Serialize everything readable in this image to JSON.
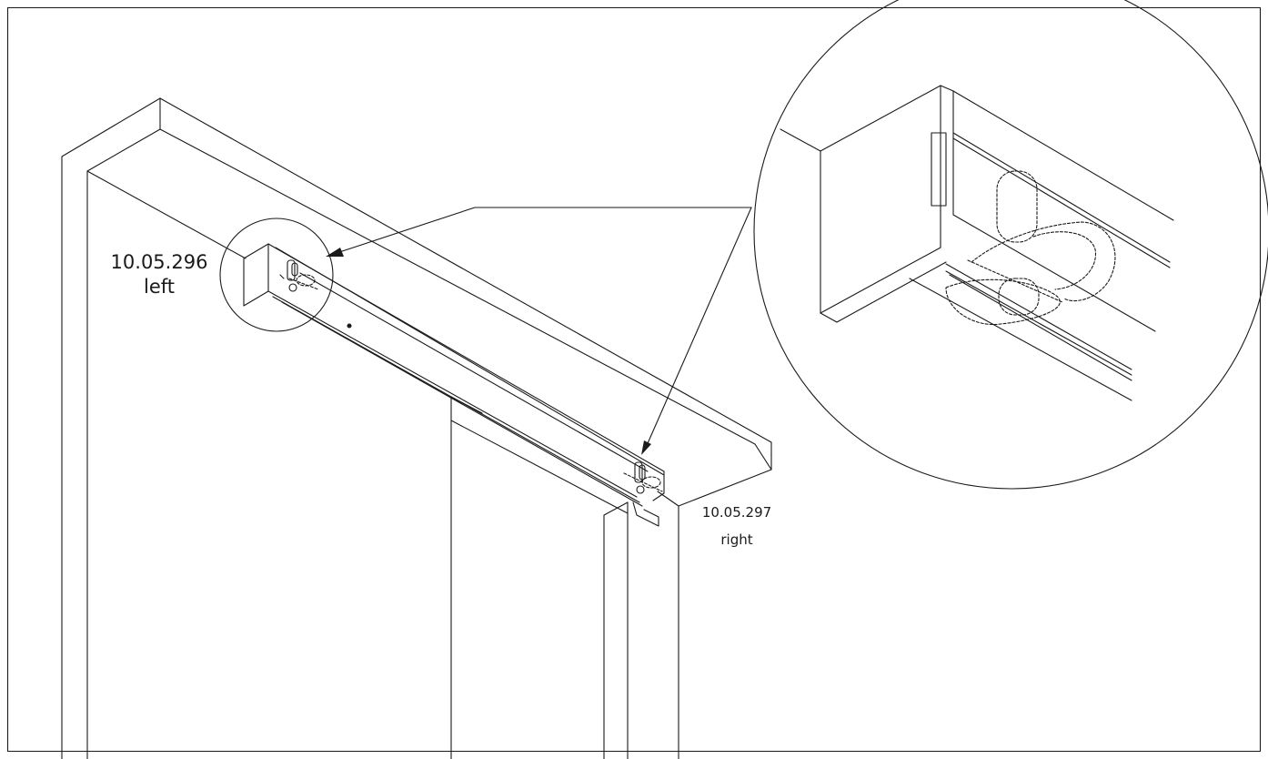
{
  "labels": {
    "left": {
      "code": "10.05.296",
      "side": "left"
    },
    "right": {
      "code": "10.05.297",
      "side": "right"
    }
  },
  "colors": {
    "line": "#1a1a1a",
    "background": "#ffffff"
  }
}
